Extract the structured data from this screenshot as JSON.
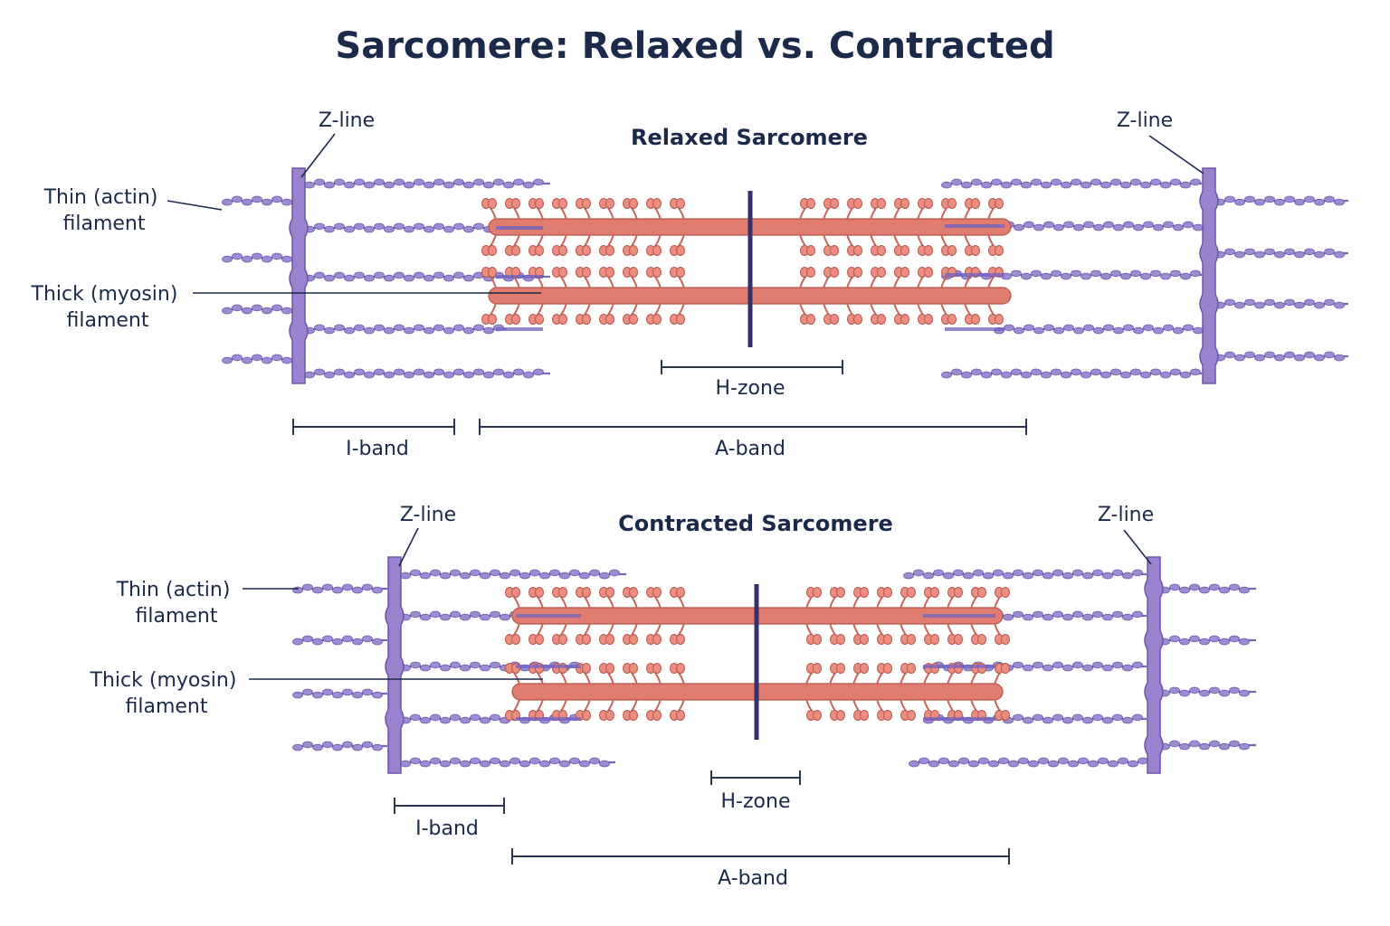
{
  "title": "Sarcomere: Relaxed vs. Contracted",
  "colors": {
    "text": "#1b2a4a",
    "actin": "#9d8bd3",
    "z_line": "#9a82cf",
    "myosin": "#e07c70",
    "m_line": "#34306b"
  },
  "panels": [
    {
      "state": "relaxed",
      "heading": "Relaxed Sarcomere",
      "labels": {
        "z_line_left": "Z-line",
        "z_line_right": "Z-line",
        "thin_filament_line1": "Thin (actin)",
        "thin_filament_line2": "filament",
        "thick_filament_line1": "Thick (myosin)",
        "thick_filament_line2": "filament",
        "h_zone": "H-zone",
        "i_band": "I-band",
        "a_band": "A-band"
      }
    },
    {
      "state": "contracted",
      "heading": "Contracted Sarcomere",
      "labels": {
        "z_line_left": "Z-line",
        "z_line_right": "Z-line",
        "thin_filament_line1": "Thin (actin)",
        "thin_filament_line2": "filament",
        "thick_filament_line1": "Thick (myosin)",
        "thick_filament_line2": "filament",
        "h_zone": "H-zone",
        "i_band": "I-band",
        "a_band": "A-band"
      }
    }
  ]
}
